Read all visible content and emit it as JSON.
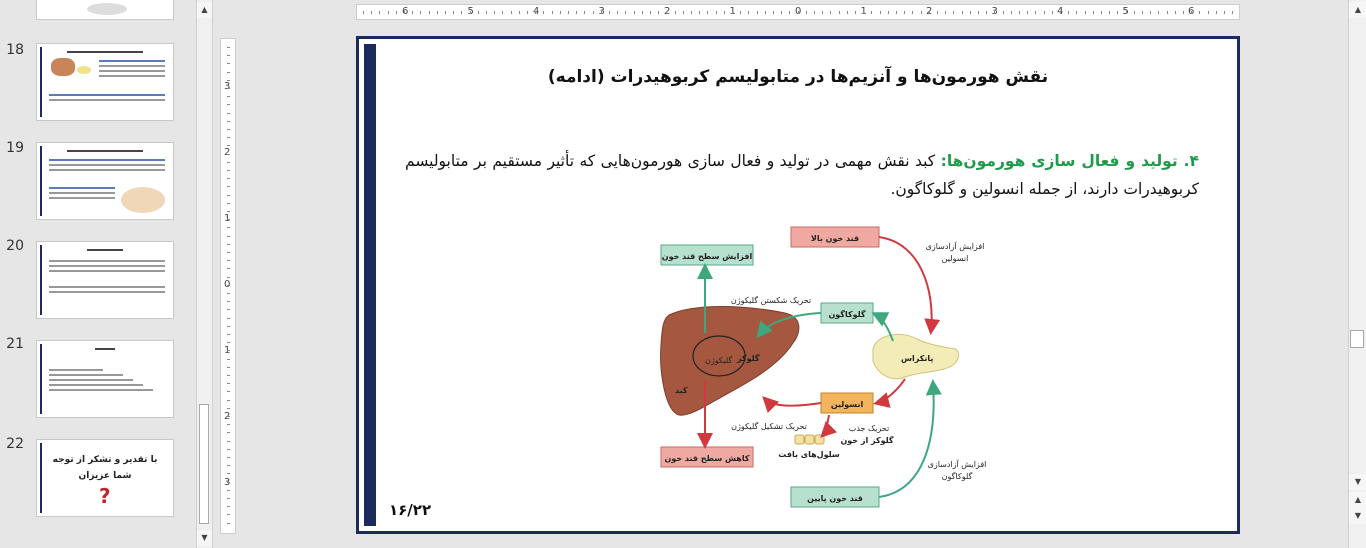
{
  "thumbnails": [
    {
      "number": "18"
    },
    {
      "number": "19"
    },
    {
      "number": "20"
    },
    {
      "number": "21"
    },
    {
      "number": "22",
      "text_line1": "با تقدیر و تشکر از توجه",
      "text_line2": "شما عزیزان",
      "symbol": "?"
    }
  ],
  "ruler": {
    "top_labels": [
      "6",
      "5",
      "4",
      "3",
      "2",
      "1",
      "0",
      "1",
      "2",
      "3",
      "4",
      "5",
      "6"
    ],
    "left_labels": [
      "3",
      "2",
      "1",
      "0",
      "1",
      "2",
      "3"
    ]
  },
  "slide": {
    "title": "نقش هورمون‌ها و آنزیم‌ها در متابولیسم کربوهیدرات (ادامه)",
    "heading": "۴. تولید و فعال سازی هورمون‌ها:",
    "body": " کبد نقش مهمی در تولید و فعال سازی هورمون‌هایی که تأثیر مستقیم بر متابولیسم کربوهیدرات دارند، از جمله انسولین و گلوکاگون.",
    "slide_number": "۱۶/۲۲",
    "diagram": {
      "high_blood_sugar": "قند خون بالا",
      "increase_blood_sugar": "افزایش سطح قند خون",
      "glucagon": "گلوکاگون",
      "insulin": "انسولین",
      "decrease_blood_sugar": "کاهش سطح قند خون",
      "low_blood_sugar": "قند خون پایین",
      "pancreas": "پانکراس",
      "liver": "کبد",
      "glycogen": "گلیکوژن",
      "glucose": "گلوکز",
      "tissue_cells": "سلول‌های بافت",
      "release_insulin_1": "افزایش آزادسازی",
      "release_insulin_2": "انسولین",
      "release_glucagon_1": "افزایش آزادسازی",
      "release_glucagon_2": "گلوکاگون",
      "stim_breakdown": "تحریک شکستن گلیکوژن",
      "stim_formation": "تحریک تشکیل گلیکوژن",
      "stim_uptake_1": "تحریک جذب",
      "stim_uptake_2": "گلوکز از خون"
    }
  },
  "colors": {
    "accent": "#1b2b5e",
    "highlight": "#1d9b4a",
    "red_arrow": "#d0393f",
    "green_arrow": "#3fa77e"
  }
}
